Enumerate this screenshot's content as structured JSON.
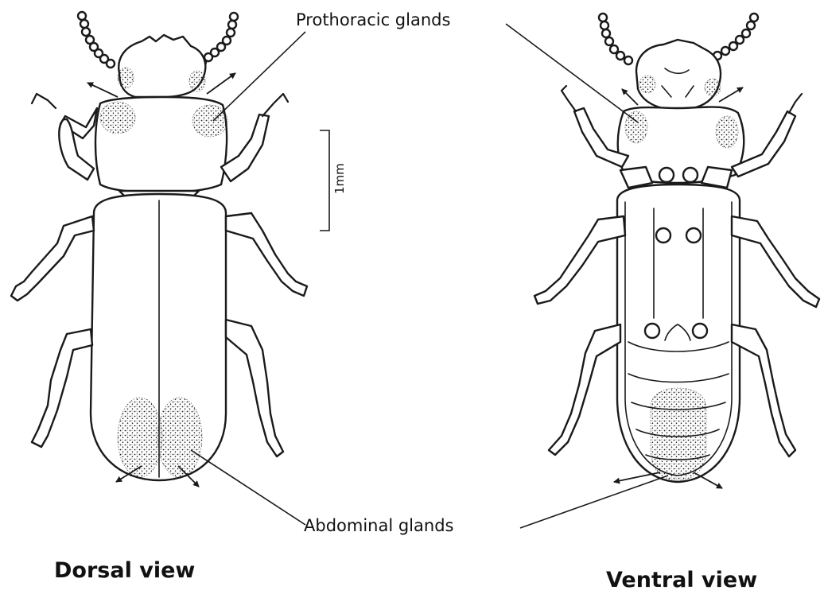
{
  "labels": {
    "prothoracic_glands": "Prothoracic glands",
    "abdominal_glands": "Abdominal glands",
    "scale": "1mm",
    "dorsal_view": "Dorsal view",
    "ventral_view": "Ventral view"
  }
}
